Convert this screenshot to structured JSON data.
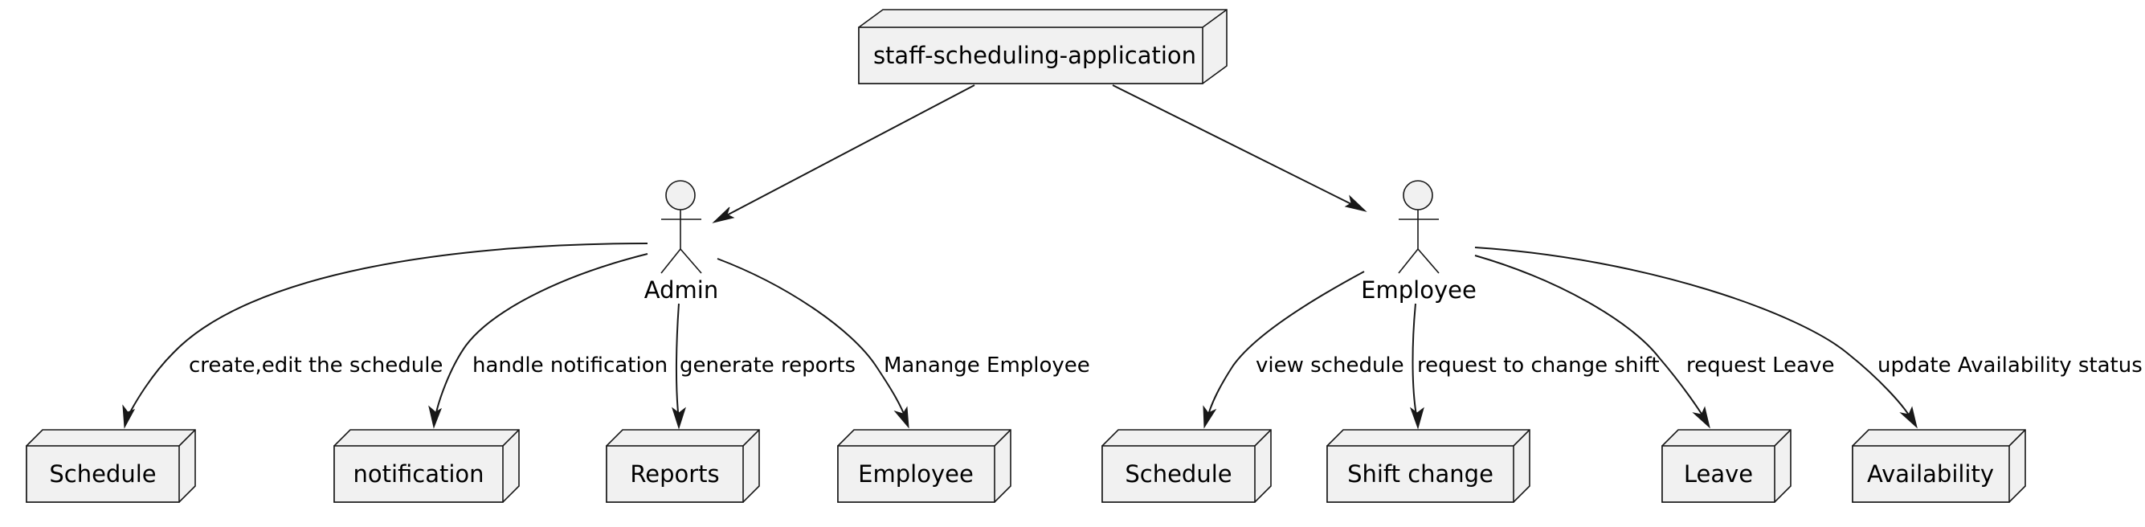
{
  "diagram": {
    "root": {
      "label": "staff-scheduling-application"
    },
    "actors": {
      "admin": {
        "label": "Admin"
      },
      "employee": {
        "label": "Employee"
      }
    },
    "nodes": {
      "admin_schedule": {
        "label": "Schedule"
      },
      "notification": {
        "label": "notification"
      },
      "reports": {
        "label": "Reports"
      },
      "employee_node": {
        "label": "Employee"
      },
      "emp_schedule": {
        "label": "Schedule"
      },
      "shift_change": {
        "label": "Shift change"
      },
      "leave": {
        "label": "Leave"
      },
      "availability": {
        "label": "Availability"
      }
    },
    "edges": {
      "admin_schedule": "create,edit the schedule",
      "admin_notification": "handle notification",
      "admin_reports": "generate reports",
      "admin_employee": "Manange Employee",
      "emp_schedule": "view schedule",
      "emp_shift": "request to change shift",
      "emp_leave": "request Leave",
      "emp_availability": "update Availability status"
    }
  }
}
